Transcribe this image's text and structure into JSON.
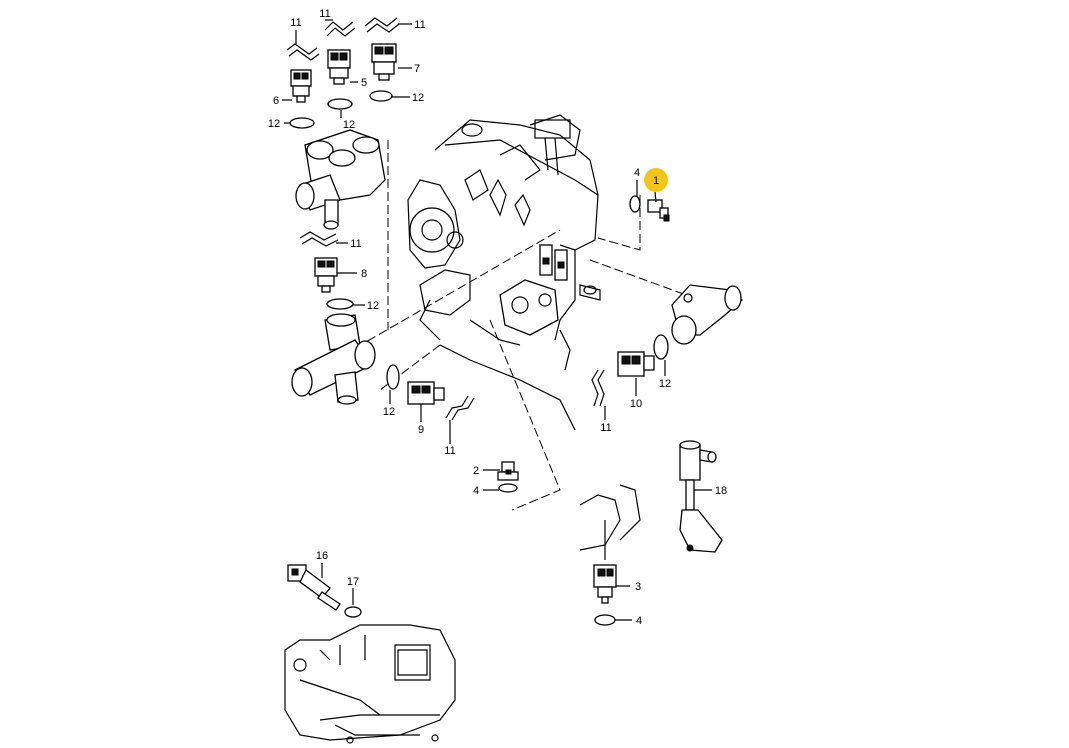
{
  "highlight_color": "#f5c518",
  "callouts": [
    {
      "id": "c11a",
      "text": "11"
    },
    {
      "id": "c11b",
      "text": "11"
    },
    {
      "id": "c11c",
      "text": "11"
    },
    {
      "id": "c5",
      "text": "5"
    },
    {
      "id": "c7",
      "text": "7"
    },
    {
      "id": "c6",
      "text": "6"
    },
    {
      "id": "c12a",
      "text": "12"
    },
    {
      "id": "c12b",
      "text": "12"
    },
    {
      "id": "c12c",
      "text": "12"
    },
    {
      "id": "c11d",
      "text": "11"
    },
    {
      "id": "c8",
      "text": "8"
    },
    {
      "id": "c12d",
      "text": "12"
    },
    {
      "id": "c12e",
      "text": "12"
    },
    {
      "id": "c9",
      "text": "9"
    },
    {
      "id": "c11e",
      "text": "11"
    },
    {
      "id": "c4a",
      "text": "4"
    },
    {
      "id": "c1",
      "text": "1",
      "highlighted": true
    },
    {
      "id": "c12f",
      "text": "12"
    },
    {
      "id": "c10",
      "text": "10"
    },
    {
      "id": "c11f",
      "text": "11"
    },
    {
      "id": "c2",
      "text": "2"
    },
    {
      "id": "c4b",
      "text": "4"
    },
    {
      "id": "c18",
      "text": "18"
    },
    {
      "id": "c3",
      "text": "3"
    },
    {
      "id": "c4c",
      "text": "4"
    },
    {
      "id": "c16",
      "text": "16"
    },
    {
      "id": "c17",
      "text": "17"
    }
  ]
}
